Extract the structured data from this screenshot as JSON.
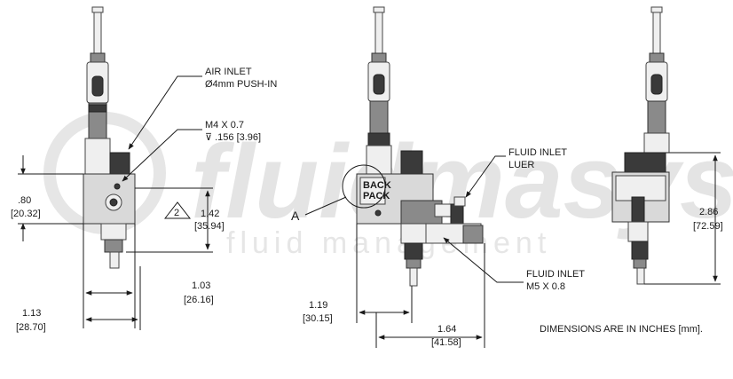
{
  "watermark": {
    "brand": "fluidmasys",
    "tagline": "fluid management"
  },
  "callouts": {
    "air_inlet": {
      "line1": "AIR INLET",
      "line2": "Ø4mm PUSH-IN"
    },
    "thread_top": {
      "line1": "M4 X 0.7",
      "line2": "⊽ .156 [3.96]"
    },
    "fluid_inlet_luer": {
      "line1": "FLUID INLET",
      "line2": "LUER"
    },
    "fluid_inlet_m5": {
      "line1": "FLUID INLET",
      "line2": "M5 X 0.8"
    },
    "detail_a": "A",
    "note_2": "2",
    "back_pack": {
      "line1": "BACK",
      "line2": "PACK"
    }
  },
  "dimensions": {
    "d_080": {
      "in": ".80",
      "mm": "[20.32]"
    },
    "d_142": {
      "in": "1.42",
      "mm": "[35.94]"
    },
    "d_103": {
      "in": "1.03",
      "mm": "[26.16]"
    },
    "d_113": {
      "in": "1.13",
      "mm": "[28.70]"
    },
    "d_119": {
      "in": "1.19",
      "mm": "[30.15]"
    },
    "d_164": {
      "in": "1.64",
      "mm": "[41.58]"
    },
    "d_286": {
      "in": "2.86",
      "mm": "[72.59]"
    }
  },
  "note": "DIMENSIONS ARE IN INCHES [mm]."
}
